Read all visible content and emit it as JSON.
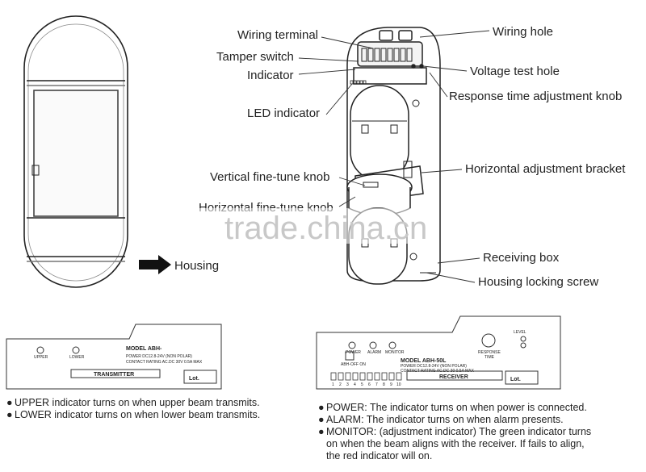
{
  "labels": {
    "housing": "Housing",
    "wiring_terminal": "Wiring terminal",
    "tamper_switch": "Tamper switch",
    "indicator": "Indicator",
    "led_indicator": "LED indicator",
    "vertical_knob": "Vertical fine-tune knob",
    "horizontal_knob": "Horizontal fine-tune knob",
    "wiring_hole": "Wiring hole",
    "voltage_test_hole": "Voltage test hole",
    "response_knob": "Response time adjustment knob",
    "horizontal_bracket": "Horizontal adjustment bracket",
    "receiving_box": "Receiving box",
    "housing_screw": "Housing locking screw"
  },
  "watermark": "trade.china.cn",
  "transmitter_panel": {
    "model": "MODEL ABH-",
    "power": "POWER DC12.8-24V  (NON POLAR)",
    "contact": "CONTACT RATING AC.DC 30V 0.5A MAX",
    "name": "TRANSMITTER",
    "lot": "Lot.",
    "ind1": "UPPER",
    "ind2": "LOWER"
  },
  "receiver_panel": {
    "model": "MODEL ABH-50L",
    "power": "POWER DC12.8-24V  (NON POLAR)",
    "contact": "CONTACT RATING AC.DC 30 0.5A MAX",
    "name": "RECEIVER",
    "lot": "Lot.",
    "response": "RESPONSE",
    "time": "TIME",
    "level": "LEVEL",
    "ind1": "POWER",
    "ind2": "ALARM",
    "ind3": "MONITOR",
    "switch": "ABH-OFF ON",
    "terminals": [
      "1",
      "2",
      "3",
      "4",
      "5",
      "6",
      "7",
      "8",
      "9",
      "10"
    ]
  },
  "notes_left": [
    "UPPER indicator turns on when upper beam transmits.",
    "LOWER indicator turns on when lower beam transmits."
  ],
  "notes_right": [
    "POWER: The indicator turns on when power is connected.",
    "ALARM: The indicator turns on when alarm presents.",
    "MONITOR: (adjustment indicator) The green indicator turns",
    "on when the beam aligns with the receiver. If fails to align,",
    "the red indicator will on."
  ],
  "bullet": "●"
}
